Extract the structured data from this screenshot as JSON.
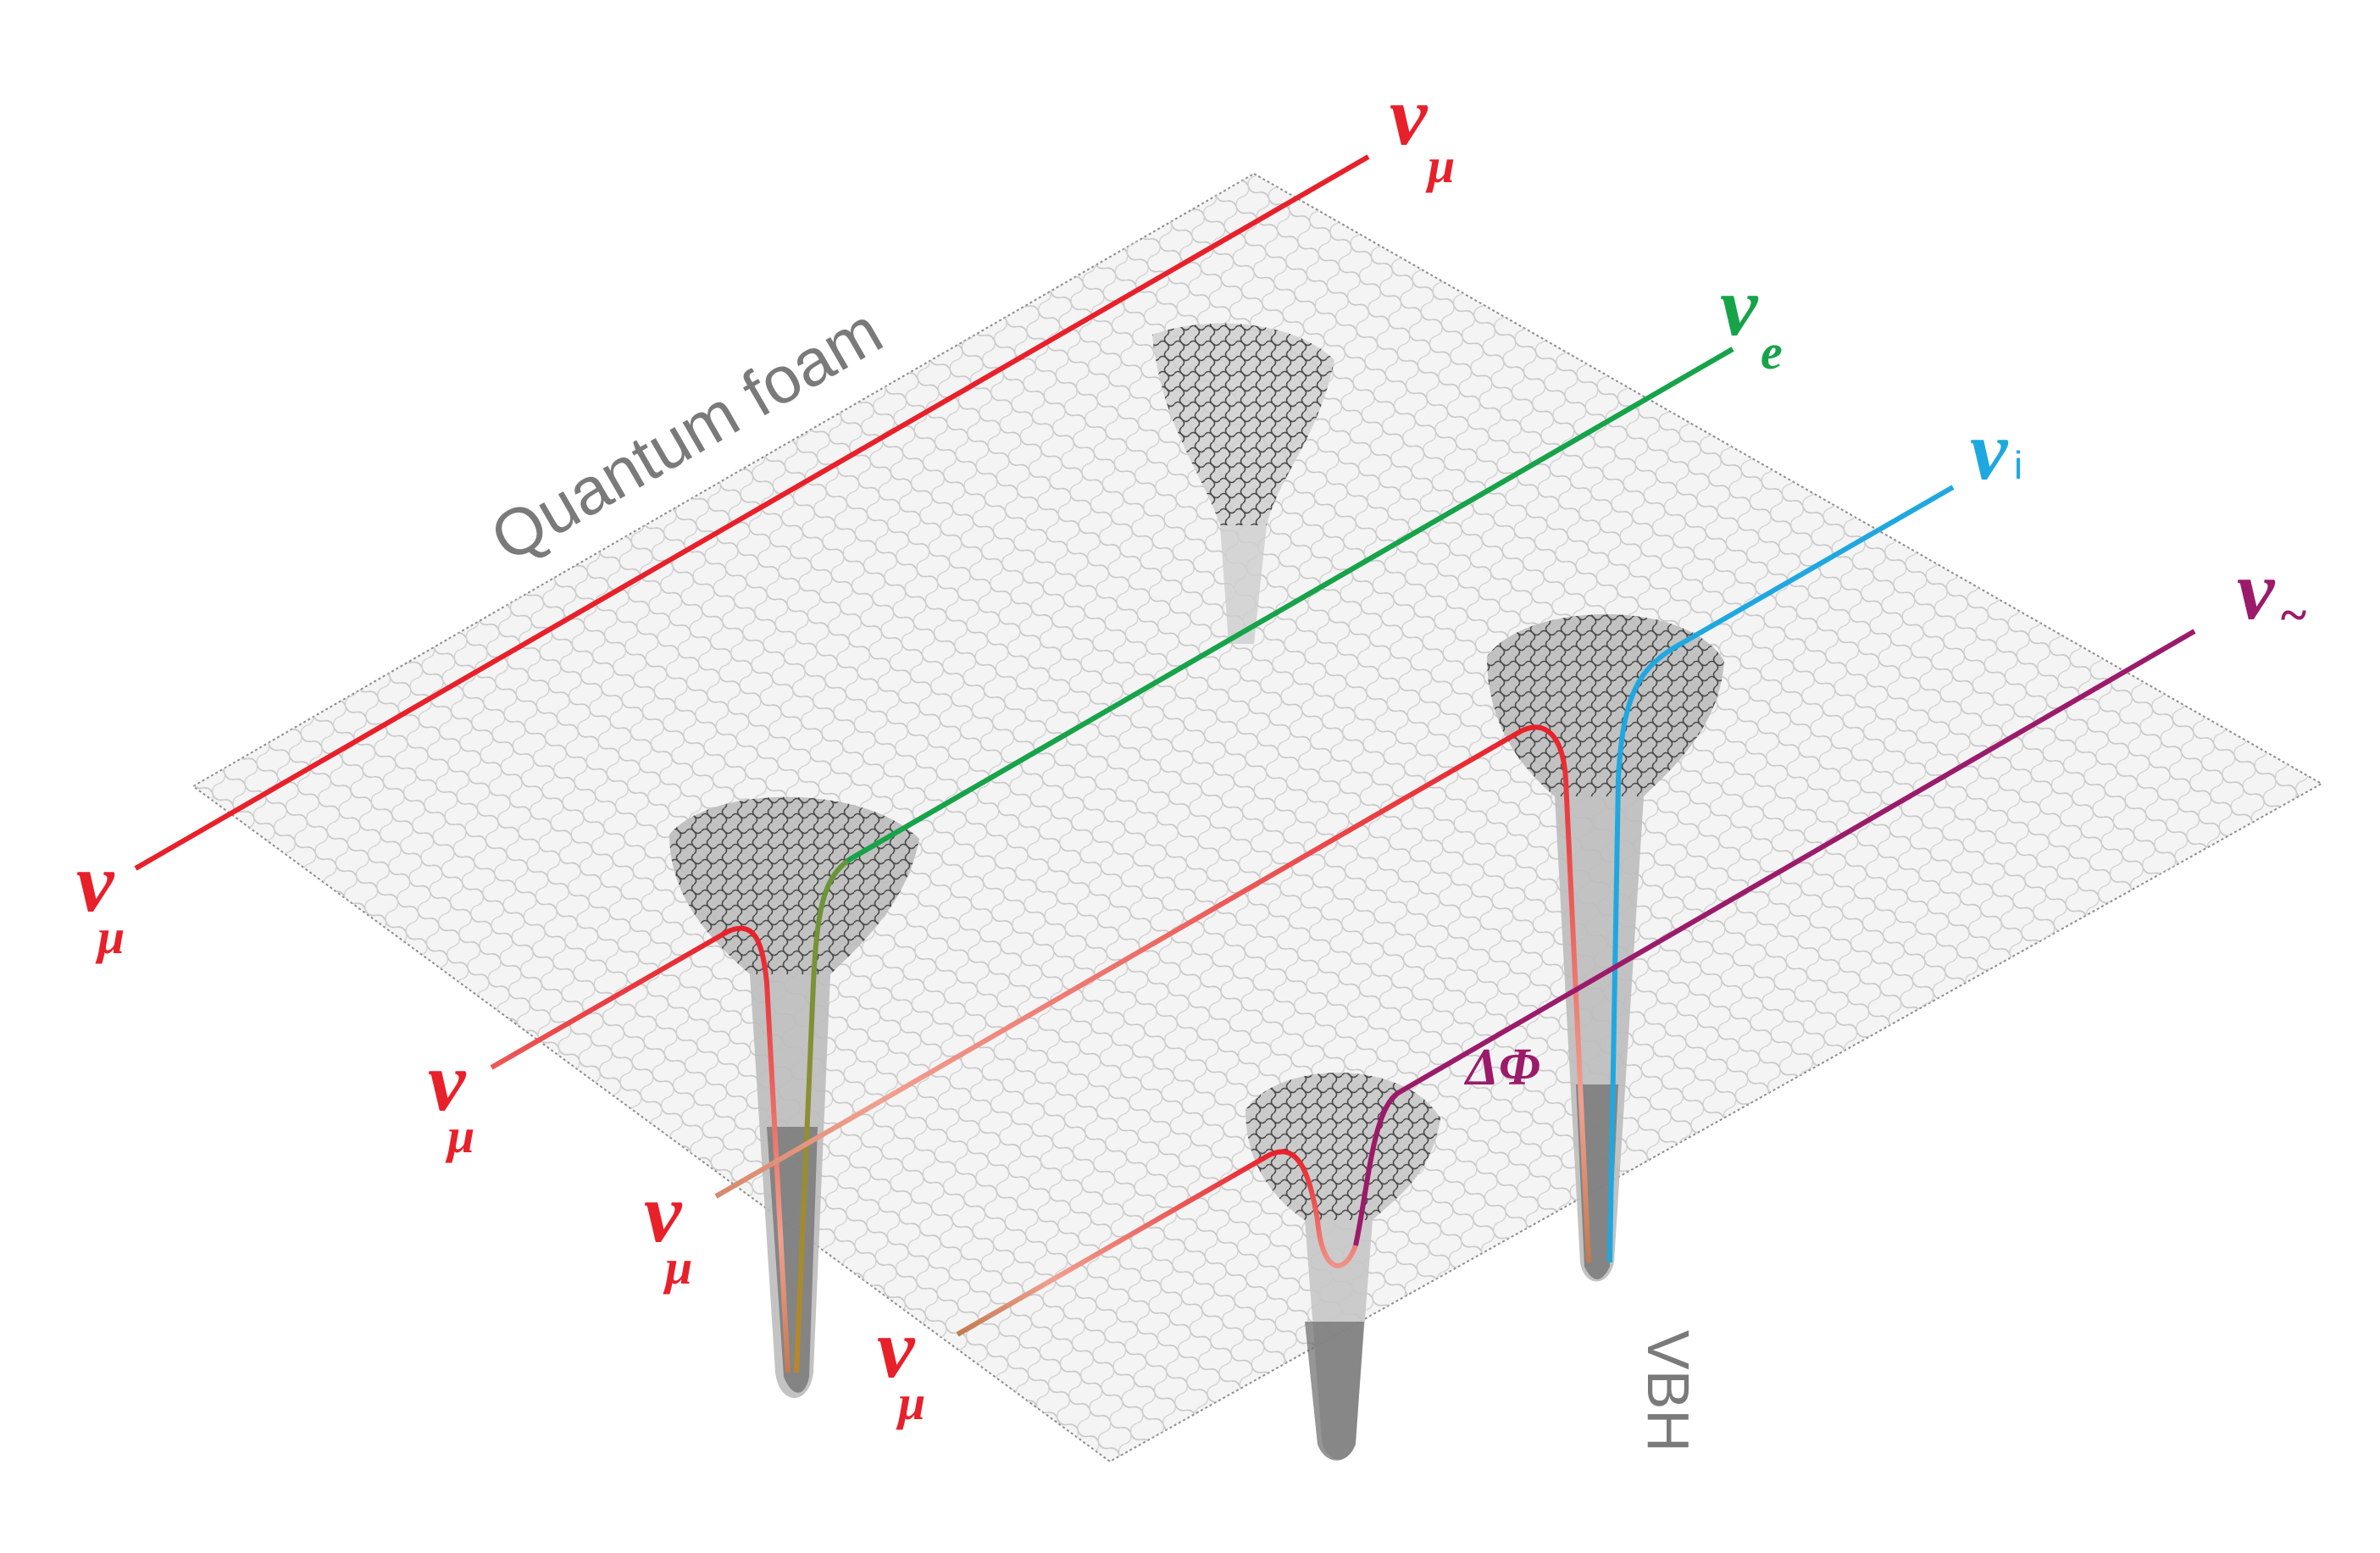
{
  "labels": {
    "quantum_foam": "Quantum foam",
    "vbh": "VBH",
    "delta_phi": "ΔΦ",
    "nu": "ν",
    "sub_mu": "μ",
    "sub_e": "e",
    "sub_i": "i",
    "sub_tilde": "~"
  },
  "colors": {
    "muon": "#e8202a",
    "electron": "#16a34a",
    "ion": "#1fa8e0",
    "sterile": "#9b1b6a",
    "foam": "#b9b9b9",
    "funnel": "#555555",
    "text_gray": "#7a7a7a"
  }
}
